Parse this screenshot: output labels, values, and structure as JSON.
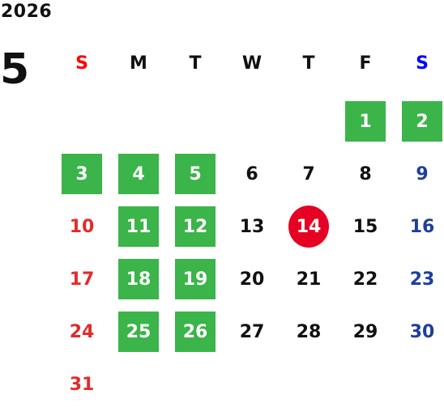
{
  "year": "2026",
  "month": "5",
  "colors": {
    "highlight_bg": "#3bb44a",
    "today_bg": "#e60024",
    "sunday_text": "#e02c2c",
    "saturday_text": "#1f3f9a",
    "sunday_header": "#ff0000",
    "saturday_header": "#0000ff"
  },
  "weekdays": [
    "S",
    "M",
    "T",
    "W",
    "T",
    "F",
    "S"
  ],
  "today": "14",
  "weeks": [
    [
      null,
      null,
      null,
      null,
      null,
      {
        "day": "1",
        "highlight": true
      },
      {
        "day": "2",
        "highlight": true
      }
    ],
    [
      {
        "day": "3",
        "highlight": true
      },
      {
        "day": "4",
        "highlight": true
      },
      {
        "day": "5",
        "highlight": true
      },
      {
        "day": "6"
      },
      {
        "day": "7"
      },
      {
        "day": "8"
      },
      {
        "day": "9"
      }
    ],
    [
      {
        "day": "10"
      },
      {
        "day": "11",
        "highlight": true
      },
      {
        "day": "12",
        "highlight": true
      },
      {
        "day": "13"
      },
      {
        "day": "14",
        "today": true
      },
      {
        "day": "15"
      },
      {
        "day": "16"
      }
    ],
    [
      {
        "day": "17"
      },
      {
        "day": "18",
        "highlight": true
      },
      {
        "day": "19",
        "highlight": true
      },
      {
        "day": "20"
      },
      {
        "day": "21"
      },
      {
        "day": "22"
      },
      {
        "day": "23"
      }
    ],
    [
      {
        "day": "24"
      },
      {
        "day": "25",
        "highlight": true
      },
      {
        "day": "26",
        "highlight": true
      },
      {
        "day": "27"
      },
      {
        "day": "28"
      },
      {
        "day": "29"
      },
      {
        "day": "30"
      }
    ],
    [
      {
        "day": "31"
      },
      null,
      null,
      null,
      null,
      null,
      null
    ]
  ]
}
